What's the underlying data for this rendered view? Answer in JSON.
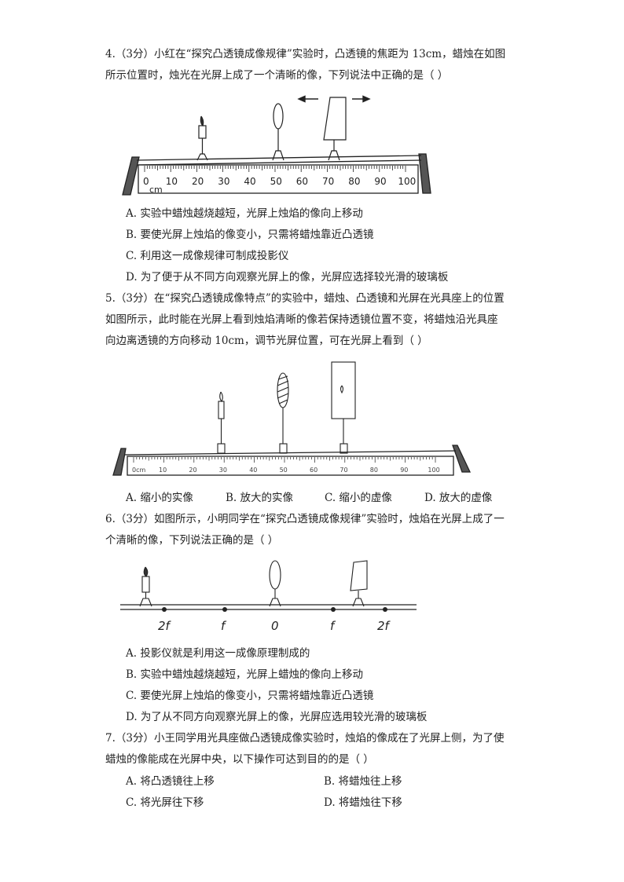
{
  "q4": {
    "line1": "4.（3分）小红在“探究凸透镜成像规律”实验时，凸透镜的焦距为 13cm，蜡烛在如图",
    "line2": "所示位置时，烛光在光屏上成了一个清晰的像，下列说法中正确的是（    ）",
    "ticks": [
      "0",
      "10",
      "20",
      "30",
      "40",
      "50",
      "60",
      "70",
      "80",
      "90",
      "100"
    ],
    "unit": "cm",
    "options": [
      "A. 实验中蜡烛越烧越短，光屏上烛焰的像向上移动",
      "B. 要使光屏上烛焰的像变小，只需将蜡烛靠近凸透镜",
      "C. 利用这一成像规律可制成投影仪",
      "D. 为了便于从不同方向观察光屏上的像，光屏应选择较光滑的玻璃板"
    ]
  },
  "q5": {
    "line1": "5.（3分）在“探究凸透镜成像特点”的实验中，蜡烛、凸透镜和光屏在光具座上的位置",
    "line2": "如图所示，此时能在光屏上看到烛焰清晰的像若保持透镜位置不变，将蜡烛沿光具座",
    "line3": "向边离透镜的方向移动 10cm，调节光屏位置，可在光屏上看到（      ）",
    "ticks": [
      "0cm",
      "10",
      "20",
      "30",
      "40",
      "50",
      "60",
      "70",
      "80",
      "90",
      "100"
    ],
    "options": [
      "A. 缩小的实像",
      "B. 放大的实像",
      "C. 缩小的虚像",
      "D. 放大的虚像"
    ]
  },
  "q6": {
    "line1": "6.（3分）如图所示，小明同学在“探究凸透镜成像规律”实验时，烛焰在光屏上成了一",
    "line2": "个清晰的像，下列说法正确的是（    ）",
    "axis_labels": [
      "2f",
      "f",
      "0",
      "f",
      "2f"
    ],
    "options": [
      "A. 投影仪就是利用这一成像原理制成的",
      "B. 实验中蜡烛越烧越短，光屏上蜡烛的像向上移动",
      "C. 要使光屏上烛焰的像变小，只需将蜡烛靠近凸透镜",
      "D. 为了从不同方向观察光屏上的像，光屏应选用较光滑的玻璃板"
    ]
  },
  "q7": {
    "line1": "7.（3分）小王同学用光具座做凸透镜成像实验时，烛焰的像成在了光屏上侧，为了使",
    "line2": "蜡烛的像能成在光屏中央，以下操作可达到目的的是（    ）",
    "options": [
      "A. 将凸透镜往上移",
      "B. 将蜡烛往上移",
      "C. 将光屏往下移",
      "D. 将蜡烛往下移"
    ]
  }
}
